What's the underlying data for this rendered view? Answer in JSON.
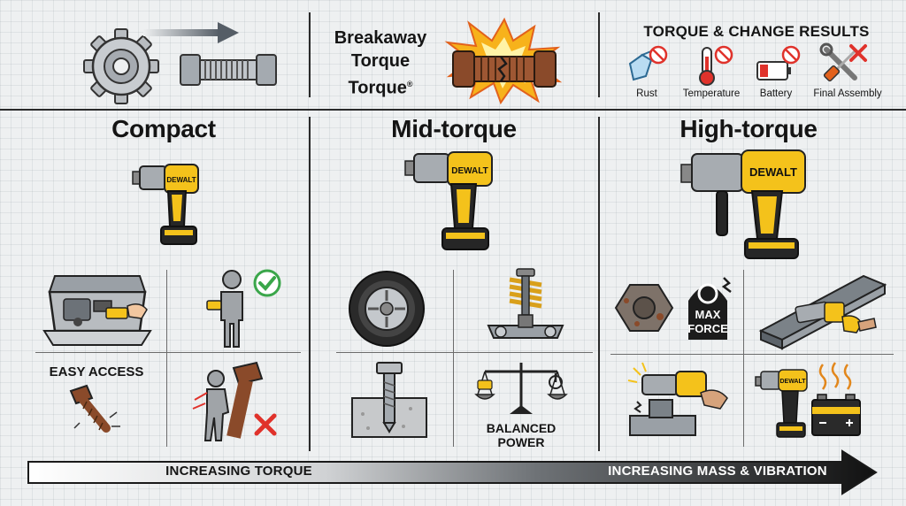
{
  "header": {
    "breakaway": [
      "Breakaway",
      "Torque",
      "Torque"
    ],
    "breakaway_mark": "®",
    "results_title": "TORQUE & CHANGE RESULTS",
    "results_items": [
      "Rust",
      "Temperature",
      "Battery",
      "Final Assembly"
    ]
  },
  "columns": {
    "compact": {
      "title": "Compact",
      "tool_brand": "DEWALT",
      "easy_access": "EASY ACCESS"
    },
    "mid": {
      "title": "Mid-torque",
      "tool_brand": "DEWALT",
      "balanced": [
        "BALANCED",
        "POWER"
      ]
    },
    "high": {
      "title": "High-torque",
      "tool_brand": "DEWALT",
      "max_force": [
        "MAX",
        "FORCE"
      ],
      "small_tool_brand": "DEWALT"
    }
  },
  "footer": {
    "left_label": "INCREASING TORQUE",
    "right_label": "INCREASING MASS & VIBRATION"
  },
  "colors": {
    "dewalt_yellow": "#f4c21b",
    "tool_black": "#262626",
    "rust": "#8a4a2a",
    "alert_red": "#e0322b",
    "check_green": "#3aa64a"
  }
}
